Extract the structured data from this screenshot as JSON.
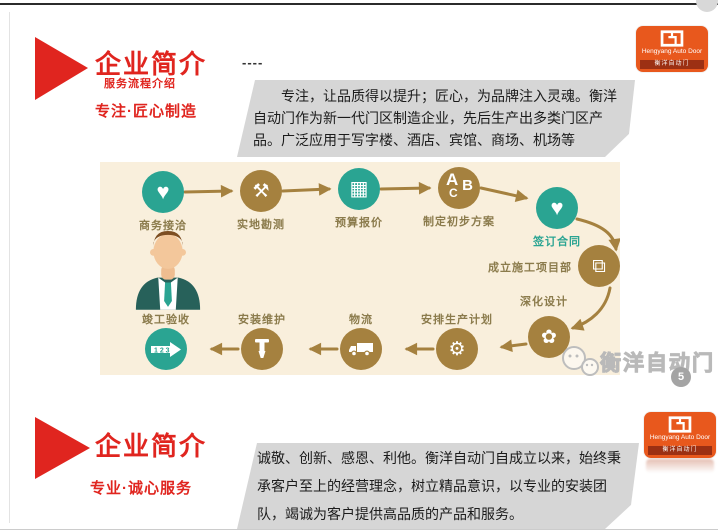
{
  "colors": {
    "red": "#e0251f",
    "teal": "#2aa492",
    "brown": "#a5813f",
    "label_brown": "#8b7b4c",
    "cream": "#f9efdc",
    "box_gray": "#d6d6d6",
    "text_dark": "#1b1b1b",
    "logo_orange": "#e8581d",
    "logo_band": "#9c3013"
  },
  "logo": {
    "brand_en": "Hengyang Auto Door",
    "brand_cn": "衡洋自动门"
  },
  "slide1": {
    "title": "企业简介",
    "subtitle": "服务流程介绍",
    "tagline": "专注·匠心制造",
    "dashes": "----",
    "paragraph": "专注，让品质得以提升；匠心，为品牌注入灵魂。衡洋自动门作为新一代门区制造企业，先后生产出多类门区产品。广泛应用于写字楼、酒店、宾馆、商场、机场等",
    "flow": {
      "steps": [
        {
          "label": "商务接洽",
          "color": "teal",
          "icon": "handshake-heart-icon"
        },
        {
          "label": "实地勘测",
          "color": "brown",
          "icon": "surveyor-icon"
        },
        {
          "label": "预算报价",
          "color": "teal",
          "icon": "calculator-icon"
        },
        {
          "label": "制定初步方案",
          "color": "brown",
          "icon": "abc-plan-icon"
        },
        {
          "label": "签订合同",
          "color": "teal",
          "icon": "handshake-heart-icon"
        },
        {
          "label": "成立施工项目部",
          "color": "brown",
          "icon": "id-cards-icon"
        },
        {
          "label": "深化设计",
          "color": "brown",
          "icon": "potted-flower-icon"
        },
        {
          "label": "安排生产计划",
          "color": "brown",
          "icon": "factory-icon"
        },
        {
          "label": "物流",
          "color": "brown",
          "icon": "truck-icon"
        },
        {
          "label": "安装维护",
          "color": "brown",
          "icon": "drill-icon"
        },
        {
          "label": "竣工验收",
          "color": "teal",
          "icon": "steps-arrow-icon"
        }
      ]
    }
  },
  "slide2": {
    "title": "企业简介",
    "tagline": "专业·诚心服务",
    "paragraph": "诚敬、创新、感恩、利他。衡洋自动门自成立以来，始终秉承客户至上的经营理念，树立精品意识，以专业的安装团队，竭诚为客户提供高品质的产品和服务。"
  },
  "watermark": {
    "text": "衡洋自动门",
    "page_number": "5"
  }
}
